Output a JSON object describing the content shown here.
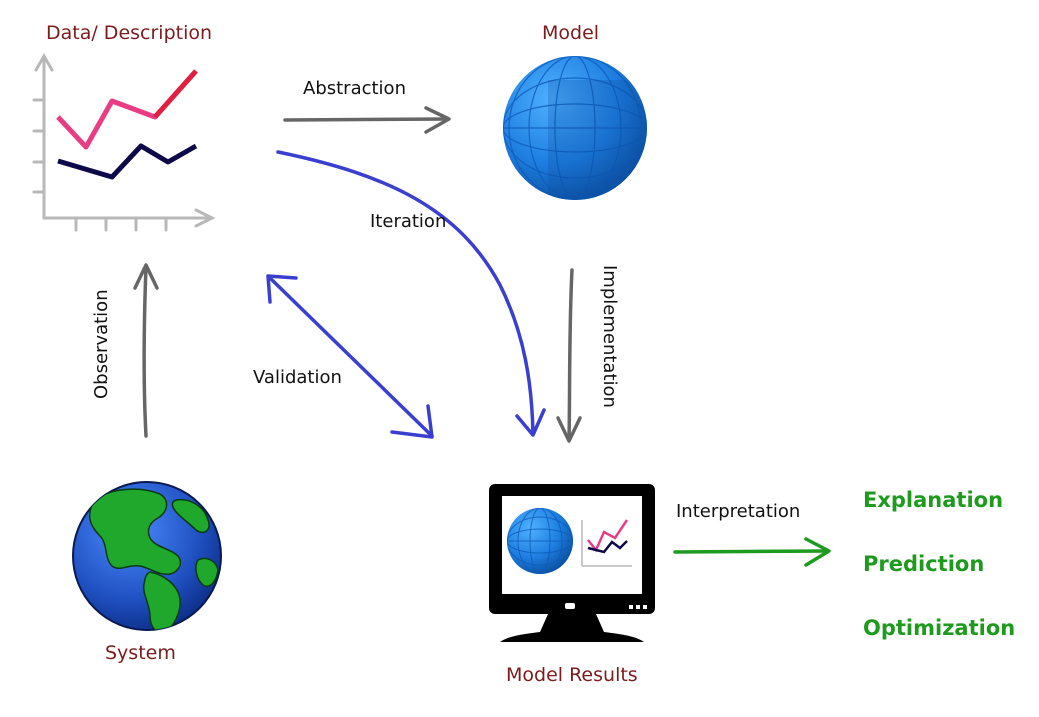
{
  "nodes": {
    "data_description": "Data/ Description",
    "model": "Model",
    "system": "System",
    "model_results": "Model Results"
  },
  "edges": {
    "abstraction": "Abstraction",
    "iteration": "Iteration",
    "implementation": "Implementation",
    "observation": "Observation",
    "validation": "Validation",
    "interpretation": "Interpretation"
  },
  "outcomes": [
    "Explanation",
    "Prediction",
    "Optimization"
  ],
  "colors": {
    "node_title": "#7a1c1c",
    "outcome": "#1e9a1e",
    "gray_arrow": "#666666",
    "blue_arrow": "#3a3fd0",
    "green_arrow": "#1e9a1e",
    "chart_pink": "#e83d84",
    "chart_navy": "#0e0a4a",
    "globe_blue": "#1f4fbf",
    "globe_green": "#1fa82c",
    "model_sphere": "#1e7ee0"
  }
}
